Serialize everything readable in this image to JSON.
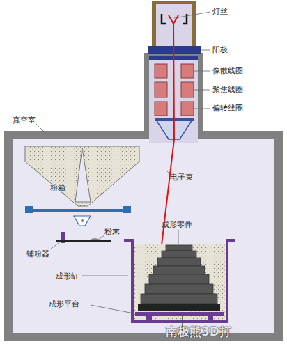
{
  "diagram": {
    "labels": [
      "灯丝",
      "阳极",
      "像散线圈",
      "聚焦线圈",
      "偏转线圈",
      "真空室",
      "电子束",
      "粉箱",
      "粉末",
      "铺粉器",
      "成形零件",
      "成形缸",
      "成形平台",
      "南极熊3D打"
    ]
  }
}
